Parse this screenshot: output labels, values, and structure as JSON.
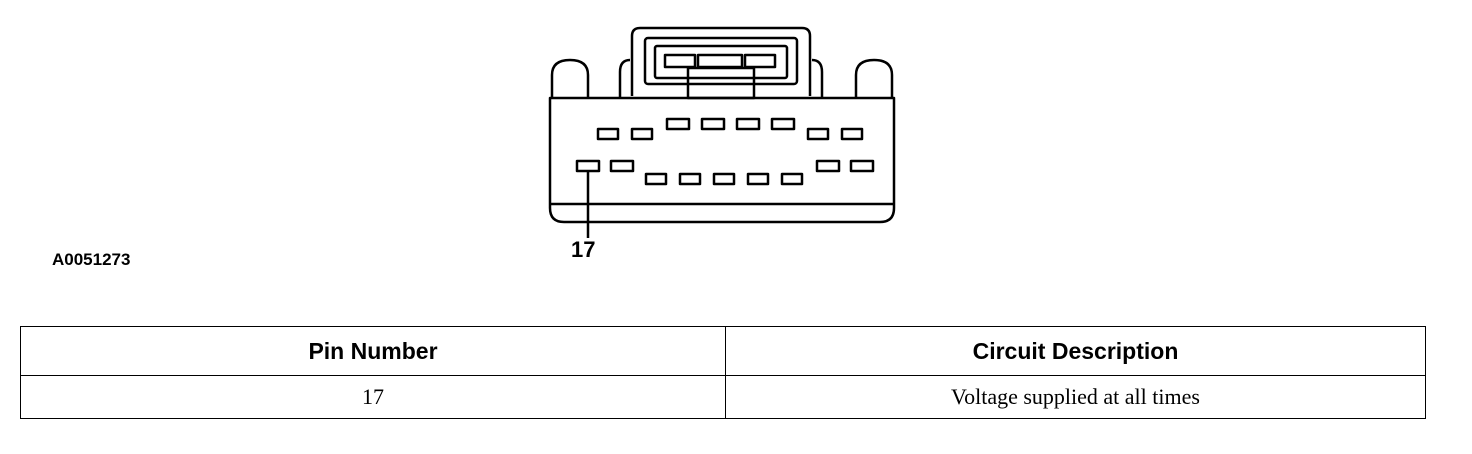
{
  "figure": {
    "id": "A0051273",
    "callout_pin": "17"
  },
  "table": {
    "headers": [
      "Pin Number",
      "Circuit Description"
    ],
    "rows": [
      [
        "17",
        "Voltage supplied at all times"
      ]
    ]
  },
  "colors": {
    "line": "#000000",
    "background": "#ffffff"
  }
}
